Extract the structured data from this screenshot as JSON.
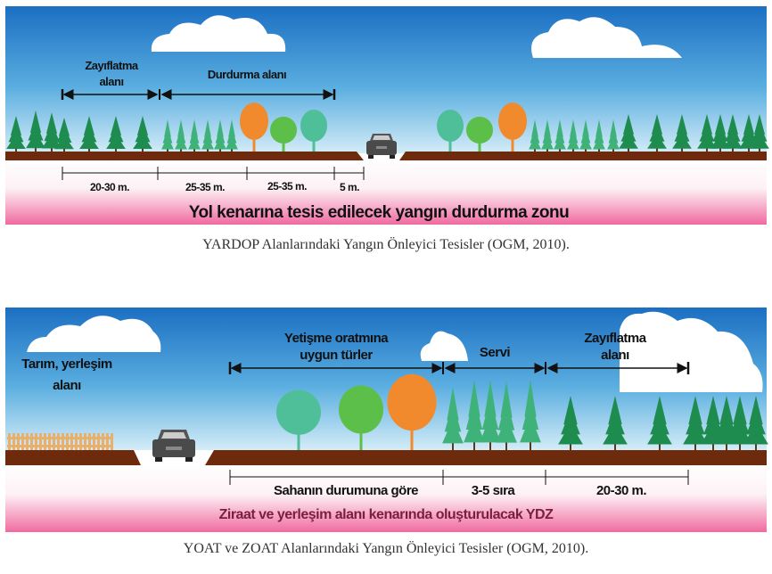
{
  "figure1": {
    "labels": {
      "zayiflatma_1": "Zayıflatma",
      "zayiflatma_2": "alanı",
      "durdurma": "Durdurma alanı"
    },
    "dimensions": [
      "20-30 m.",
      "25-35 m.",
      "25-35 m.",
      "5 m."
    ],
    "title": "Yol kenarına tesis edilecek yangın durdurma zonu",
    "caption": "YARDOP Alanlarındaki Yangın Önleyici Tesisler (OGM, 2010)."
  },
  "figure2": {
    "labels": {
      "tarim_1": "Tarım, yerleşim",
      "tarim_2": "alanı",
      "yetisme_1": "Yetişme oratmına",
      "yetisme_2": "uygun türler",
      "servi": "Servi",
      "zayiflatma_1": "Zayıflatma",
      "zayiflatma_2": "alanı"
    },
    "dimensions": [
      "Sahanın durumuna göre",
      "3-5 sıra",
      "20-30 m."
    ],
    "title": "Ziraat ve yerleşim alanı kenarında oluşturulacak YDZ",
    "caption": "YOAT ve ZOAT Alanlarındaki Yangın Önleyici Tesisler (OGM, 2010)."
  },
  "colors": {
    "dark_conifer": "#1e8c4e",
    "light_conifer": "#3fb27a",
    "orange": "#f08a2c",
    "green": "#5cbf4a",
    "teal": "#4fbf9a",
    "ground": "#6e2a0c",
    "title2": "#7a1f3d"
  }
}
